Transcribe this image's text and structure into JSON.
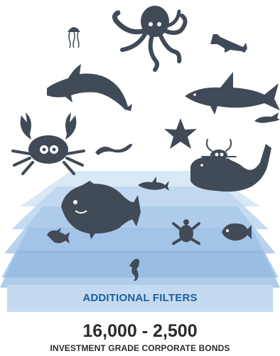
{
  "filter": {
    "label": "ADDITIONAL FILTERS"
  },
  "stats": {
    "range": "16,000 - 2,500",
    "caption": "INVESTMENT GRADE CORPORATE BONDS"
  },
  "colors": {
    "creature": "#414a57",
    "layer_light": "#c6dcf0",
    "layer_mid": "#a8c8e8",
    "layer_dark": "#8fb6e0",
    "label": "#1f5f9b",
    "text": "#2b2b2b"
  },
  "icons": [
    "jellyfish-icon",
    "octopus-icon",
    "hammerhead-shark-icon",
    "dolphin-icon",
    "shark-icon",
    "whale-shark-icon",
    "crab-icon",
    "eel-icon",
    "starfish-icon",
    "small-crab-icon",
    "sperm-whale-icon",
    "small-shark-icon",
    "tropical-fish-icon",
    "clownfish-icon",
    "sea-turtle-icon",
    "angelfish-icon",
    "seahorse-icon"
  ]
}
